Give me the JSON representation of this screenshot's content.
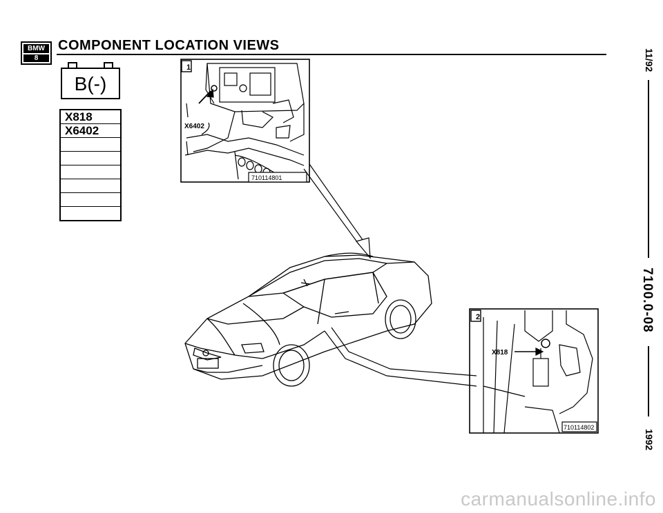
{
  "header": {
    "logo_top": "BMW",
    "logo_bottom": "8",
    "title": "COMPONENT LOCATION VIEWS"
  },
  "battery": {
    "label": "B(-)"
  },
  "connectors": [
    "X818",
    "X6402",
    "",
    "",
    "",
    "",
    "",
    ""
  ],
  "view1": {
    "number": "1",
    "callout": "X6402",
    "ref": "710114801"
  },
  "view2": {
    "number": "2",
    "callout": "X818",
    "ref": "710114802"
  },
  "side": {
    "date": "11/92",
    "code": "7100.0-08",
    "year": "1992"
  },
  "watermark": "carmanualsonline.info"
}
